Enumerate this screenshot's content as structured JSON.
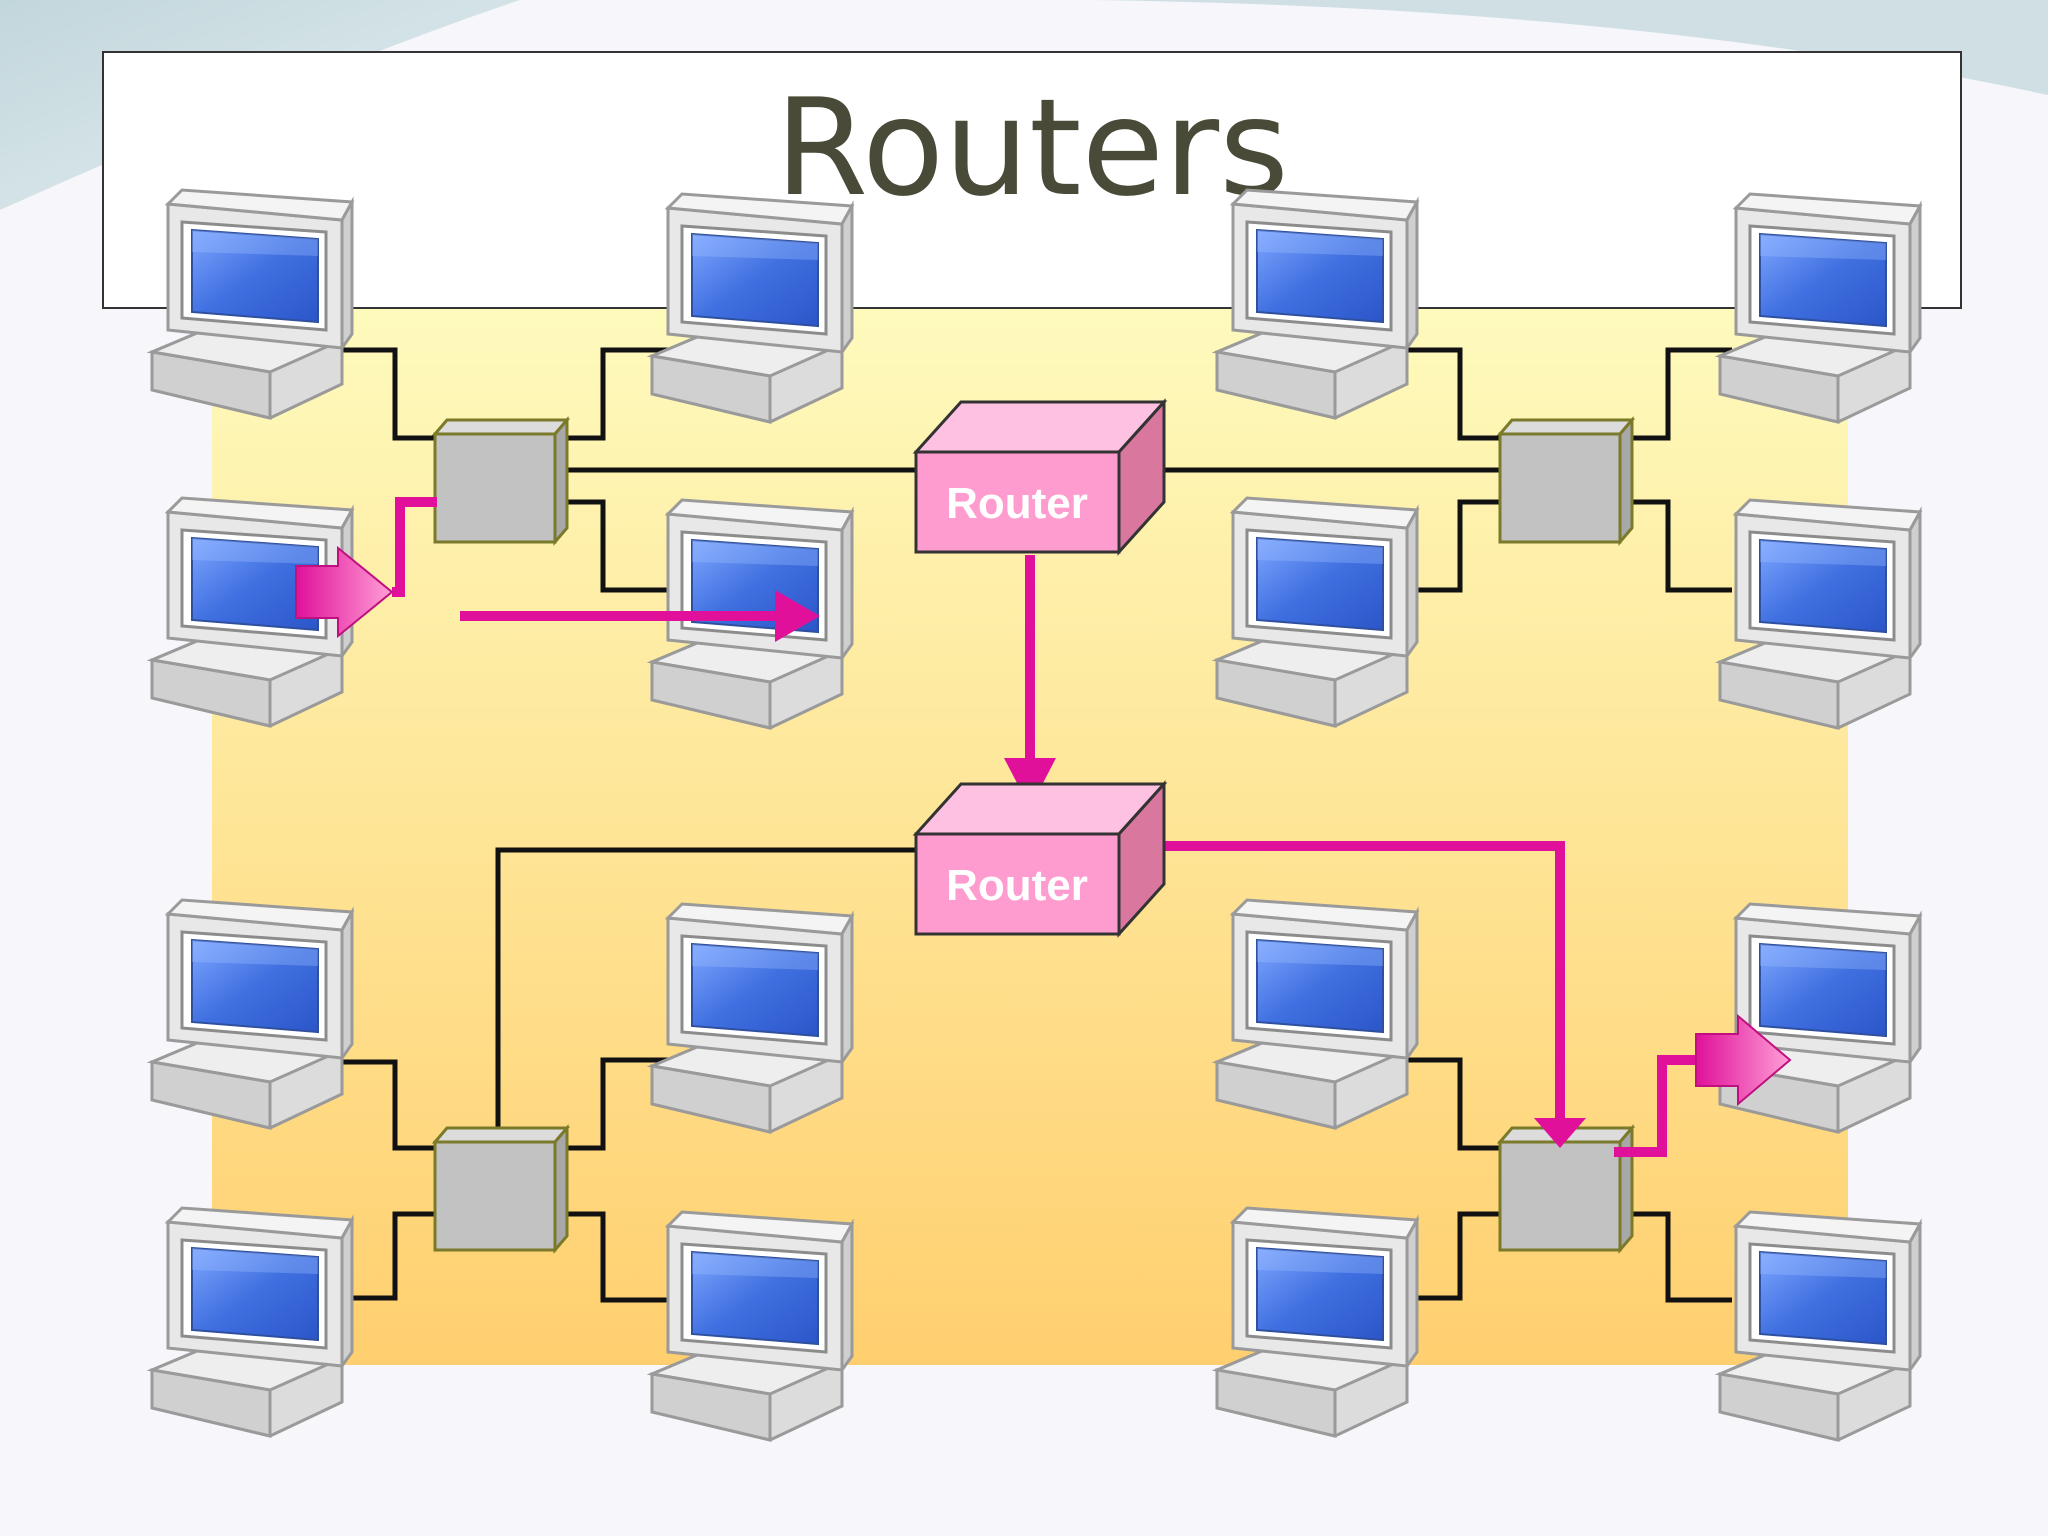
{
  "slide": {
    "title": "Routers"
  },
  "routers": [
    {
      "id": "router-top",
      "label": "Router"
    },
    {
      "id": "router-bottom",
      "label": "Router"
    }
  ],
  "colors": {
    "router_fill": "#ff9ccf",
    "packet_path": "#e0109a",
    "switch_fill": "#c2c2c2",
    "screen_blue": "#3f6fe0",
    "background_band_top": "#fefcc0",
    "background_band_bottom": "#ffcf6f"
  },
  "icons": [
    "computer-icon",
    "switch-icon",
    "router-icon",
    "arrow-icon"
  ]
}
